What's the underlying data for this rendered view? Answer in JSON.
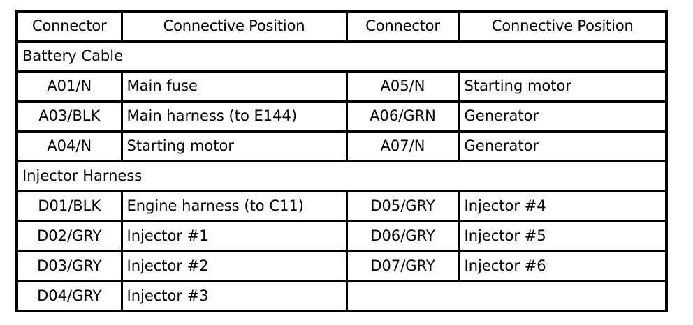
{
  "table": {
    "headers": [
      {
        "label": "Connector"
      },
      {
        "label": "Connective Position"
      },
      {
        "label": "Connector"
      },
      {
        "label": "Connective Position"
      }
    ],
    "sections": [
      {
        "title": "Battery Cable",
        "rows": [
          {
            "left_connector": "A01/N",
            "left_position": "Main fuse",
            "right_connector": "A05/N",
            "right_position": "Starting motor"
          },
          {
            "left_connector": "A03/BLK",
            "left_position": "Main harness (to E144)",
            "right_connector": "A06/GRN",
            "right_position": "Generator"
          },
          {
            "left_connector": "A04/N",
            "left_position": "Starting motor",
            "right_connector": "A07/N",
            "right_position": "Generator"
          }
        ]
      },
      {
        "title": "Injector Harness",
        "rows": [
          {
            "left_connector": "D01/BLK",
            "left_position": "Engine harness (to C11)",
            "right_connector": "D05/GRY",
            "right_position": "Injector #4"
          },
          {
            "left_connector": "D02/GRY",
            "left_position": "Injector #1",
            "right_connector": "D06/GRY",
            "right_position": "Injector #5"
          },
          {
            "left_connector": "D03/GRY",
            "left_position": "Injector #2",
            "right_connector": "D07/GRY",
            "right_position": "Injector #6"
          },
          {
            "left_connector": "D04/GRY",
            "left_position": "Injector #3",
            "right_connector": "",
            "right_position": ""
          }
        ]
      }
    ]
  }
}
